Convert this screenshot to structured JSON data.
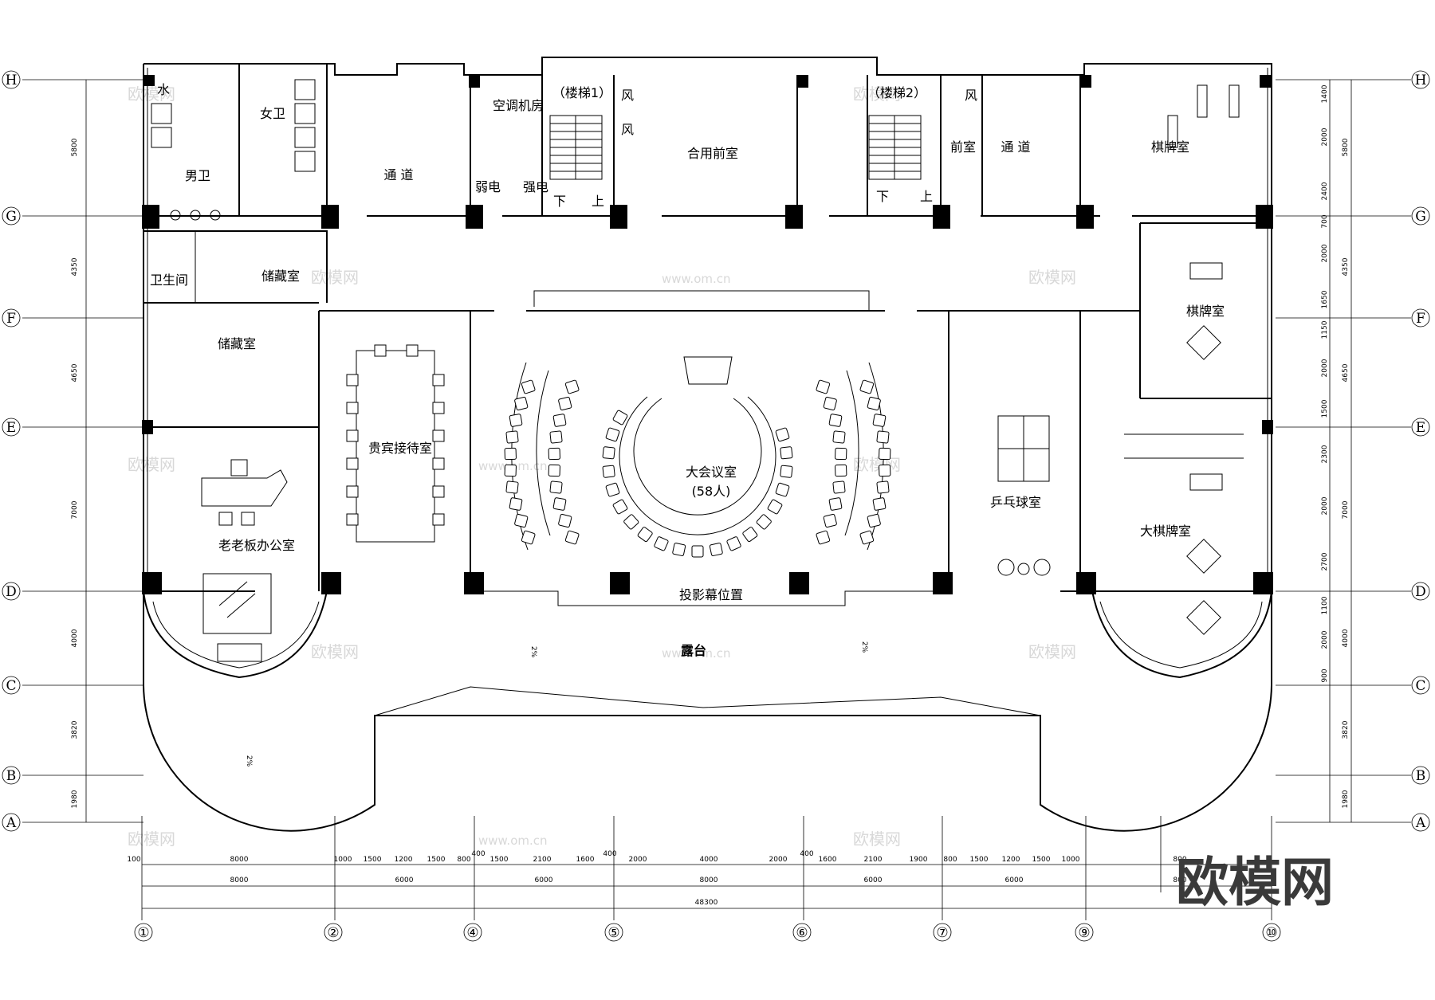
{
  "axes_rows": [
    {
      "label": "H"
    },
    {
      "label": "G"
    },
    {
      "label": "F"
    },
    {
      "label": "E"
    },
    {
      "label": "D"
    },
    {
      "label": "C"
    },
    {
      "label": "B"
    },
    {
      "label": "A"
    }
  ],
  "axes_cols": [
    {
      "label": "①"
    },
    {
      "label": "②"
    },
    {
      "label": "④"
    },
    {
      "label": "⑤"
    },
    {
      "label": "⑥"
    },
    {
      "label": "⑦"
    },
    {
      "label": "⑨"
    },
    {
      "label": "⑩"
    }
  ],
  "rooms": {
    "water": "水",
    "women_wc": "女卫",
    "men_wc": "男卫",
    "corridor_left": "通 道",
    "ac_room": "空调机房",
    "weak_elec": "弱电",
    "strong_elec": "强电",
    "stair1": "（楼梯1）",
    "wind1a": "风",
    "wind1b": "风",
    "down1": "下",
    "up1": "上",
    "shared_lobby": "合用前室",
    "stair2": "（楼梯2）",
    "wind2": "风",
    "down2": "下",
    "up2": "上",
    "front_room": "前室",
    "corridor_right": "通 道",
    "chess_top": "棋牌室",
    "bathroom": "卫生间",
    "storage_top": "储藏室",
    "chess_mid": "棋牌室",
    "storage_mid": "储藏室",
    "vip_room": "贵宾接待室",
    "conference": "大会议室",
    "conference_cap": "(58人)",
    "pingpong": "乒乓球室",
    "big_chess": "大棋牌室",
    "boss_office": "老老板办公室",
    "projection": "投影幕位置",
    "terrace": "露台",
    "slope_left": "2%",
    "slope_right": "2%",
    "slope_bottom": "2%"
  },
  "dims_right": [
    {
      "v": "1400"
    },
    {
      "v": "2000"
    },
    {
      "v": "2400"
    },
    {
      "v": "700"
    },
    {
      "v": "2000"
    },
    {
      "v": "1650"
    },
    {
      "v": "1150"
    },
    {
      "v": "2000"
    },
    {
      "v": "1500"
    },
    {
      "v": "2300"
    },
    {
      "v": "2000"
    },
    {
      "v": "2700"
    },
    {
      "v": "1100"
    },
    {
      "v": "2000"
    },
    {
      "v": "900"
    }
  ],
  "dims_right_outer": [
    {
      "v": "5800"
    },
    {
      "v": "4350"
    },
    {
      "v": "4650"
    },
    {
      "v": "7000"
    },
    {
      "v": "4000"
    },
    {
      "v": "3820"
    },
    {
      "v": "1980"
    }
  ],
  "dims_left": [
    {
      "v": "5800"
    },
    {
      "v": "4350"
    },
    {
      "v": "4650"
    },
    {
      "v": "7000"
    },
    {
      "v": "4000"
    },
    {
      "v": "3820"
    },
    {
      "v": "1980"
    }
  ],
  "dims_bottom_row1": [
    {
      "v": "100"
    },
    {
      "v": "8000"
    },
    {
      "v": "1000"
    },
    {
      "v": "1500"
    },
    {
      "v": "1200"
    },
    {
      "v": "1500"
    },
    {
      "v": "800"
    },
    {
      "v": "400"
    },
    {
      "v": "1500"
    },
    {
      "v": "2100"
    },
    {
      "v": "1600"
    },
    {
      "v": "400"
    },
    {
      "v": "2000"
    },
    {
      "v": "4000"
    },
    {
      "v": "2000"
    },
    {
      "v": "400"
    },
    {
      "v": "1600"
    },
    {
      "v": "2100"
    },
    {
      "v": "1900"
    },
    {
      "v": "800"
    },
    {
      "v": "1500"
    },
    {
      "v": "1200"
    },
    {
      "v": "1500"
    },
    {
      "v": "1000"
    },
    {
      "v": "800"
    }
  ],
  "dims_bottom_row2": [
    {
      "v": "8000"
    },
    {
      "v": "6000"
    },
    {
      "v": "6000"
    },
    {
      "v": "8000"
    },
    {
      "v": "6000"
    },
    {
      "v": "6000"
    },
    {
      "v": "800"
    }
  ],
  "dims_bottom_total": "48300",
  "watermark_text": "欧模网",
  "watermark_url": "www.om.cn",
  "brand": "欧模网"
}
